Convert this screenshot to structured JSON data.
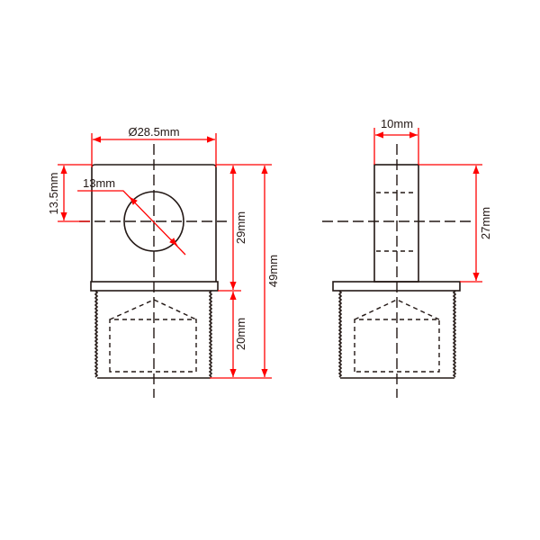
{
  "colors": {
    "outline": "#231815",
    "dimension": "#ff0000"
  },
  "front_view": {
    "diameter_label": "Ø28.5mm",
    "hole_label": "13mm",
    "hole_offset_label": "13.5mm",
    "upper_height_label": "29mm",
    "thread_height_label": "20mm",
    "total_height_label": "49mm"
  },
  "side_view": {
    "stem_width_label": "10mm",
    "stem_height_label": "27mm"
  }
}
